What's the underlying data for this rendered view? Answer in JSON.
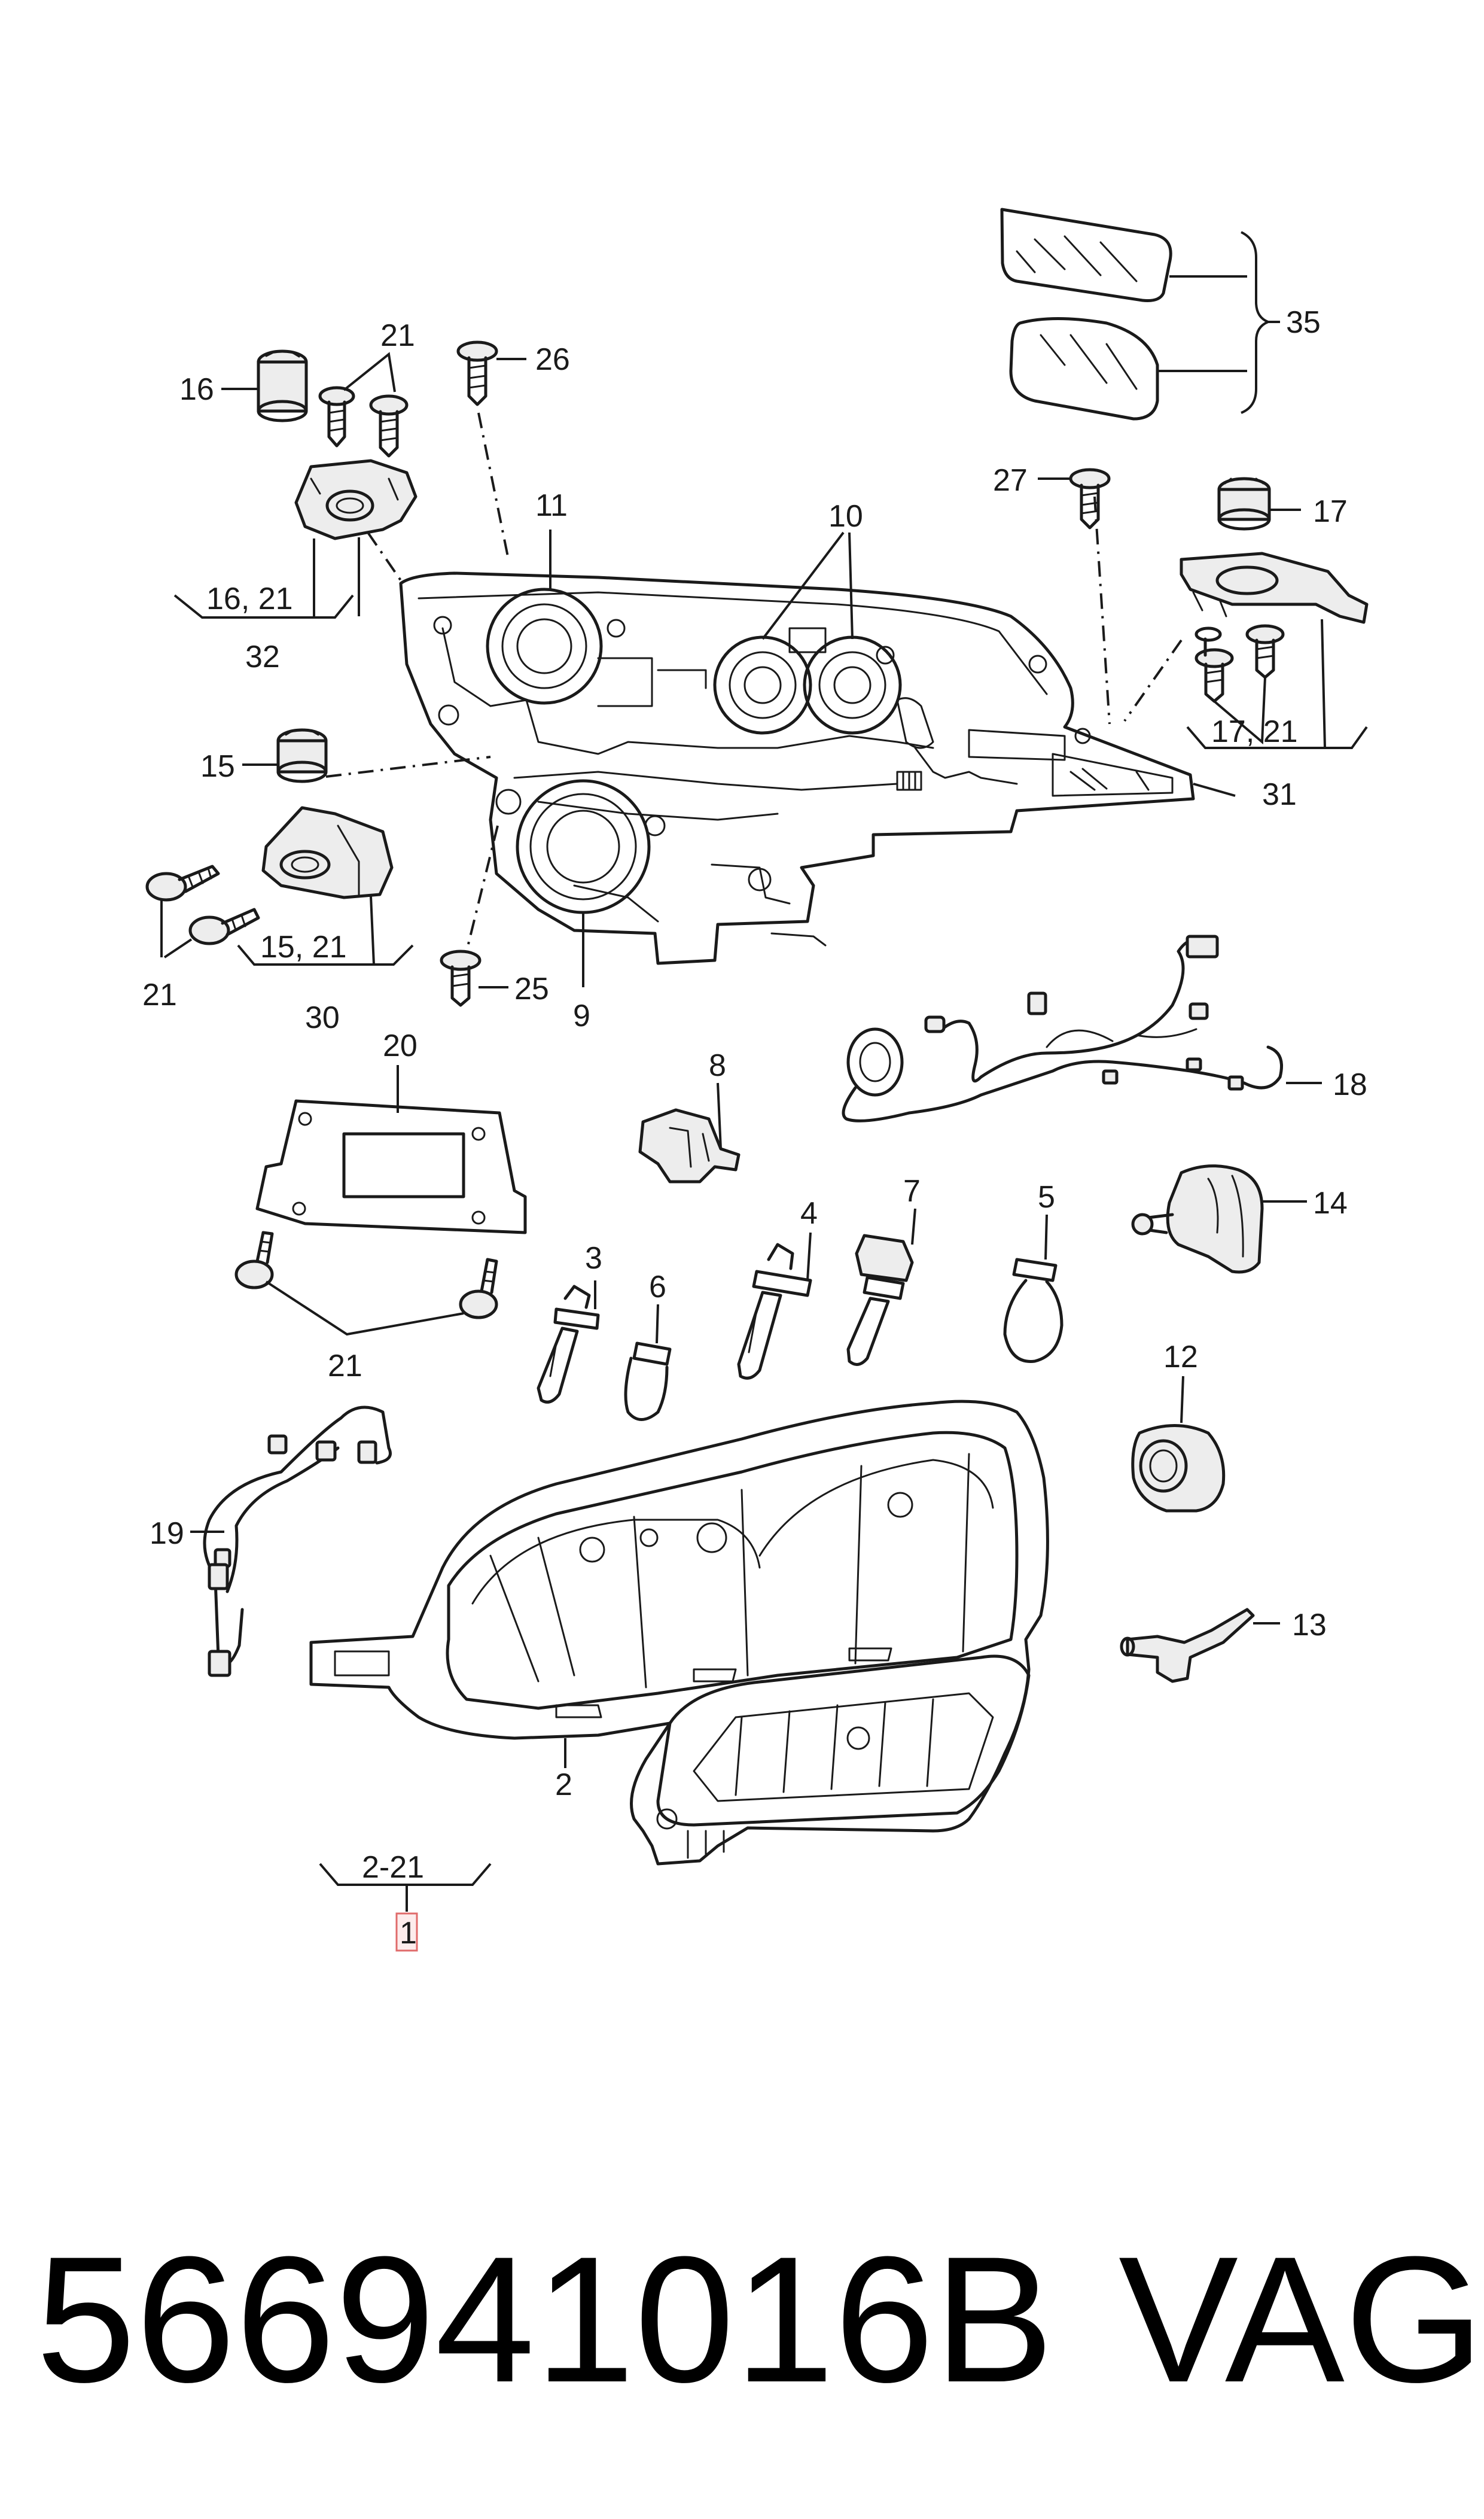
{
  "callouts": {
    "c1": "1",
    "c2": "2",
    "c2_21": "2-21",
    "c3": "3",
    "c4": "4",
    "c5": "5",
    "c6": "6",
    "c7": "7",
    "c8": "8",
    "c9": "9",
    "c10": "10",
    "c11": "11",
    "c12": "12",
    "c13": "13",
    "c14": "14",
    "c15": "15",
    "c15_21": "15, 21",
    "c16": "16",
    "c16_21": "16, 21",
    "c17": "17",
    "c17_21": "17, 21",
    "c18": "18",
    "c19": "19",
    "c20": "20",
    "c21a": "21",
    "c21b": "21",
    "c21c": "21",
    "c25": "25",
    "c26": "26",
    "c27": "27",
    "c30": "30",
    "c31": "31",
    "c32": "32",
    "c35": "35"
  },
  "footer": {
    "part_number": "566941016B",
    "brand": "VAG"
  },
  "colors": {
    "line": "#1a1a1a",
    "highlight_box": "#e06b6b"
  }
}
